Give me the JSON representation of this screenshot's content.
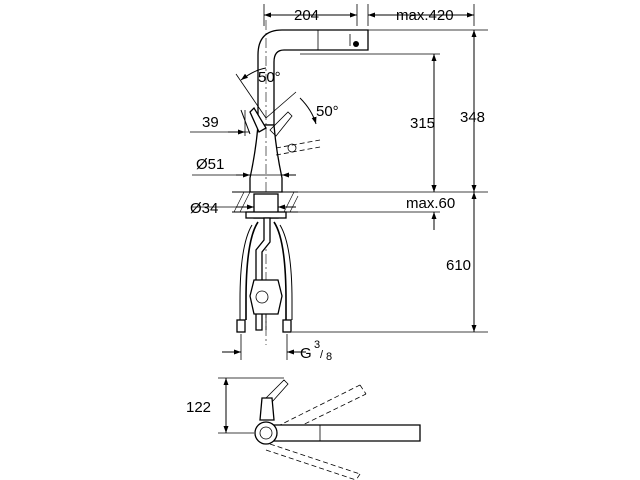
{
  "dimensions": {
    "spout_reach": "204",
    "max_pullout": "max.420",
    "swivel_angle_top": "50°",
    "swivel_angle_side": "50°",
    "lever_offset": "39",
    "body_diameter": "Ø51",
    "mounting_hole_diameter": "Ø34",
    "spout_height": "315",
    "total_height": "348",
    "max_counter_thickness": "max.60",
    "hose_length": "610",
    "connection_thread": "G",
    "thread_numerator": "3",
    "thread_denominator": "8",
    "top_view_depth": "122"
  }
}
